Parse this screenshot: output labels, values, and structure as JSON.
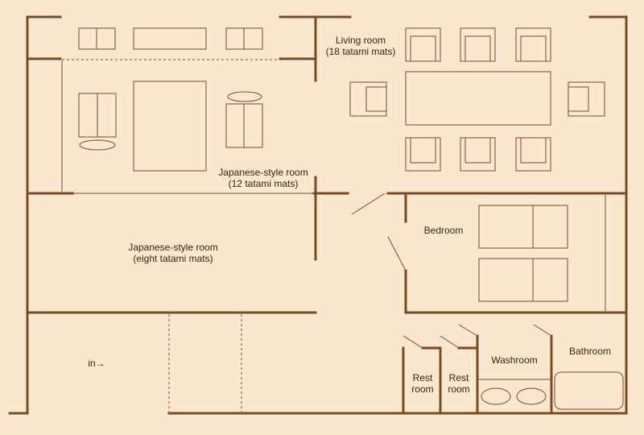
{
  "rooms": {
    "living": {
      "name": "Living room",
      "size": "(18 tatami mats)"
    },
    "japanese12": {
      "name": "Japanese-style room",
      "size": "(12 tatami mats)"
    },
    "japanese8": {
      "name": "Japanese-style room",
      "size": "(eight tatami mats)"
    },
    "bedroom": {
      "name": "Bedroom"
    },
    "restroom1": {
      "line1": "Rest",
      "line2": "room"
    },
    "restroom2": {
      "line1": "Rest",
      "line2": "room"
    },
    "washroom": {
      "name": "Washroom"
    },
    "bathroom": {
      "name": "Bathroom"
    }
  },
  "entrance": {
    "label": "in→"
  },
  "colors": {
    "background": "#f9e8cf",
    "wall": "#7a4a22",
    "text": "#3a2410"
  }
}
